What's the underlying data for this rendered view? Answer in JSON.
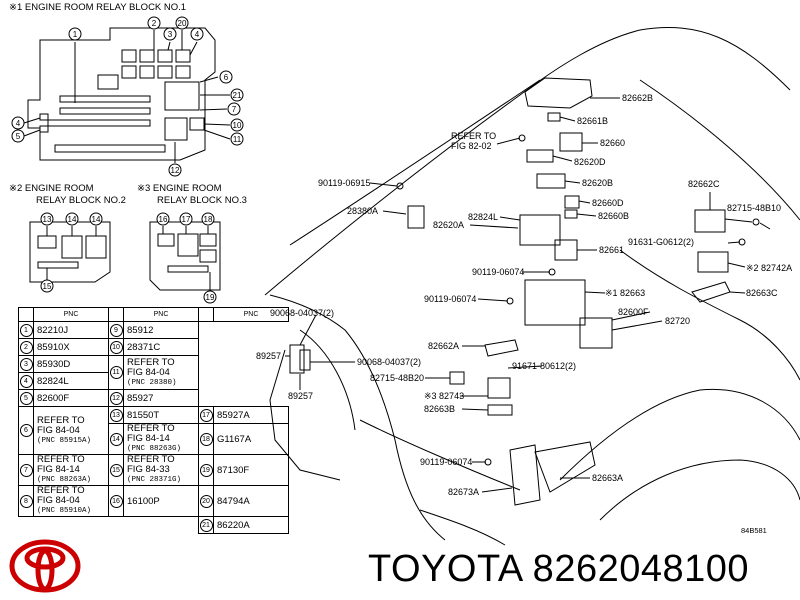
{
  "relay_blocks": {
    "block1_title": "※1 ENGINE ROOM RELAY BLOCK NO.1",
    "block2_title_line1": "※2  ENGINE ROOM",
    "block2_title_line2": "RELAY BLOCK NO.2",
    "block3_title_line1": "※3  ENGINE ROOM",
    "block3_title_line2": "RELAY BLOCK NO.3",
    "block1_numbers": [
      "1",
      "2",
      "3",
      "20",
      "6",
      "21",
      "7",
      "4",
      "5",
      "10",
      "11",
      "12"
    ],
    "block2_numbers": [
      "13",
      "14",
      "14",
      "15"
    ],
    "block3_numbers": [
      "16",
      "17",
      "18",
      "19"
    ]
  },
  "pnc_table": {
    "header_col": "PNC",
    "rows": [
      {
        "n1": "1",
        "p1": "82210J",
        "n2": "9",
        "p2": "85912"
      },
      {
        "n1": "2",
        "p1": "85910X",
        "n2": "10",
        "p2": "28371C"
      },
      {
        "n1": "3",
        "p1": "85930D",
        "n2": "11",
        "p2": "REFER TO",
        "p2b": "FIG 84-04",
        "p2c": "(PNC 28380)"
      },
      {
        "n1": "4",
        "p1": "82824L"
      },
      {
        "n1": "5",
        "p1": "82600F",
        "n2": "12",
        "p2": "85927"
      },
      {
        "n1": "6",
        "p1": "REFER TO",
        "p1b": "FIG 84-04",
        "p1c": "(PNC 85915A)",
        "n2": "13",
        "p2": "81550T"
      },
      {
        "n2": "14",
        "p2": "REFER TO",
        "p2b": "FIG 84-14",
        "p2c": "(PNC 88263G)"
      },
      {
        "n1": "7",
        "p1": "REFER TO",
        "p1b": "FIG 84-14",
        "p1c": "(PNC 88263A)",
        "n2": "15",
        "p2": "REFER TO",
        "p2b": "FIG 84-33",
        "p2c": "(PNC 28371G)"
      },
      {
        "n1": "8",
        "p1": "REFER TO",
        "p1b": "FIG 84-04",
        "p1c": "(PNC 85910A)",
        "n2": "16",
        "p2": "16100P"
      }
    ],
    "right_rows": [
      {
        "n": "17",
        "p": "85927A"
      },
      {
        "n": "18",
        "p": "G1167A"
      },
      {
        "n": "19",
        "p": "87130F"
      },
      {
        "n": "20",
        "p": "84794A"
      },
      {
        "n": "21",
        "p": "86220A"
      }
    ]
  },
  "callouts": {
    "c82662B": "82662B",
    "c82661B": "82661B",
    "c82660": "82660",
    "c82620D": "82620D",
    "c82620B": "82620B",
    "c82660D": "82660D",
    "c82660B": "82660B",
    "c82661": "82661",
    "c82662C": "82662C",
    "c82715_48B10": "82715-48B10",
    "c91631": "91631-G0612(2)",
    "c82742A": "※2 82742A",
    "c82663C": "82663C",
    "c82663": "※1 82663",
    "c82600F": "82600F",
    "c82720": "82720",
    "c82662A": "82662A",
    "c91671": "91671-80612(2)",
    "c82715_48B20": "82715-48B20",
    "c82743": "※3 82743",
    "c82663B": "82663B",
    "c82663A": "82663A",
    "c82673A": "82673A",
    "refer_to": "REFER TO",
    "fig_82_02": "FIG 82-02",
    "c90119_06915": "90119-06915",
    "c28380A": "28380A",
    "c82620A": "82620A",
    "c82824L": "82824L",
    "c90119_06074a": "90119-06074",
    "c90119_06074b": "90119-06074",
    "c90068_04037": "90068-04037(2)",
    "c90068_04037b": "90068-04037(2)",
    "c89257a": "89257",
    "c89257b": "89257",
    "c90119_06074c": "90119-06074"
  },
  "figure_code": "84B581",
  "brand": "TOYOTA 8262048100",
  "colors": {
    "logo": "#cc0000",
    "line": "#000000"
  }
}
